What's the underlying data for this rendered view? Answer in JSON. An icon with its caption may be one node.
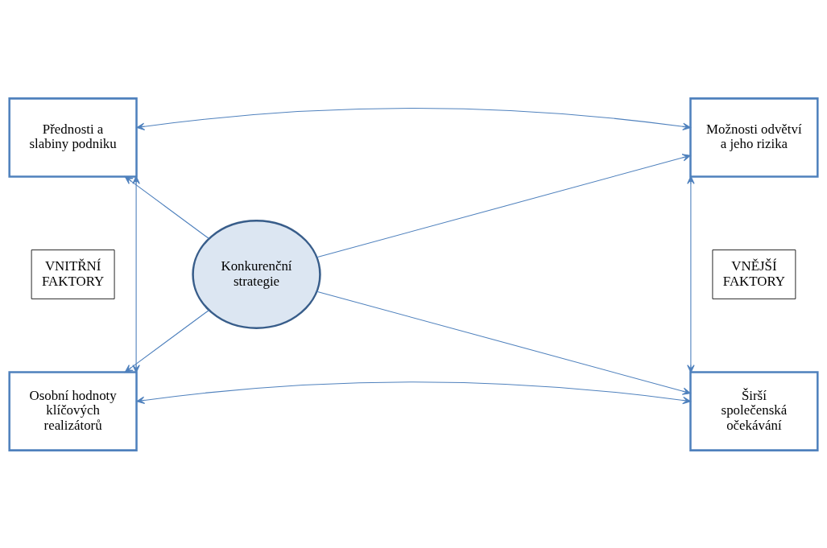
{
  "diagram": {
    "nodes": [
      {
        "text": [
          "Přednosti a slabiny podniku"
        ]
      },
      {
        "text": [
          "Možnosti odvětví a jeho rizika"
        ]
      },
      {
        "text": [
          "VNITŘNÍ FAKTORY"
        ]
      },
      {
        "text": [
          "Konkurenční strategie"
        ]
      },
      {
        "text": [
          "VNĚJŠÍ FAKTORY"
        ]
      },
      {
        "text": [
          "Osobní hodnoty klíčových realizátorů"
        ]
      },
      {
        "text": [
          "Širší společenská očekávání"
        ]
      }
    ],
    "edges": [
      {
        "from": 0,
        "to": 1,
        "arrow": "both"
      },
      {
        "from": 3,
        "to": 0,
        "arrow": "to"
      },
      {
        "from": 3,
        "to": 1,
        "arrow": "to"
      },
      {
        "from": 0,
        "to": 5,
        "arrow": "both"
      },
      {
        "from": 1,
        "to": 6,
        "arrow": "both"
      },
      {
        "from": 3,
        "to": 5,
        "arrow": "to"
      },
      {
        "from": 3,
        "to": 6,
        "arrow": "to"
      },
      {
        "from": 5,
        "to": 6,
        "arrow": "both"
      }
    ]
  }
}
